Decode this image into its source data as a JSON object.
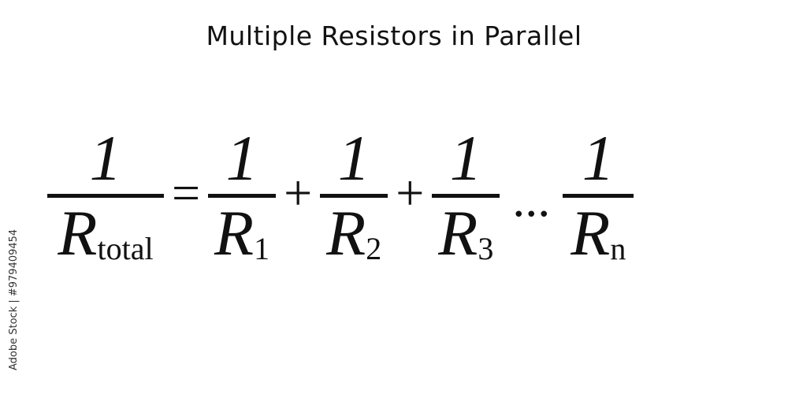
{
  "title": "Multiple Resistors in Parallel",
  "equation": {
    "lhs": {
      "numerator": "1",
      "symbol": "R",
      "subscript": "total"
    },
    "equals": "=",
    "terms": [
      {
        "numerator": "1",
        "symbol": "R",
        "subscript": "1"
      },
      {
        "numerator": "1",
        "symbol": "R",
        "subscript": "2"
      },
      {
        "numerator": "1",
        "symbol": "R",
        "subscript": "3"
      },
      {
        "numerator": "1",
        "symbol": "R",
        "subscript": "n"
      }
    ],
    "plus": "+",
    "ellipsis": "..."
  },
  "watermark": "Adobe Stock | #979409454"
}
